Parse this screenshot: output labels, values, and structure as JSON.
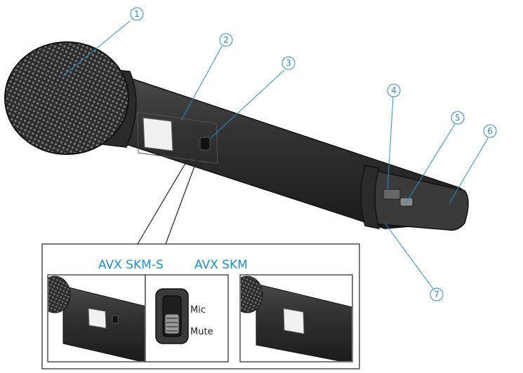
{
  "callouts": [
    "1",
    "2",
    "3",
    "4",
    "5",
    "6",
    "7"
  ],
  "inset": {
    "variant_left": "AVX SKM-S",
    "variant_right": "AVX SKM",
    "switch_label_top": "Mic",
    "switch_label_bottom": "Mute"
  },
  "colors": {
    "body": "#2b2b2b",
    "body_dark": "#161616",
    "callout": "#2b8fc9",
    "variant_text": "#1c8fd0"
  }
}
